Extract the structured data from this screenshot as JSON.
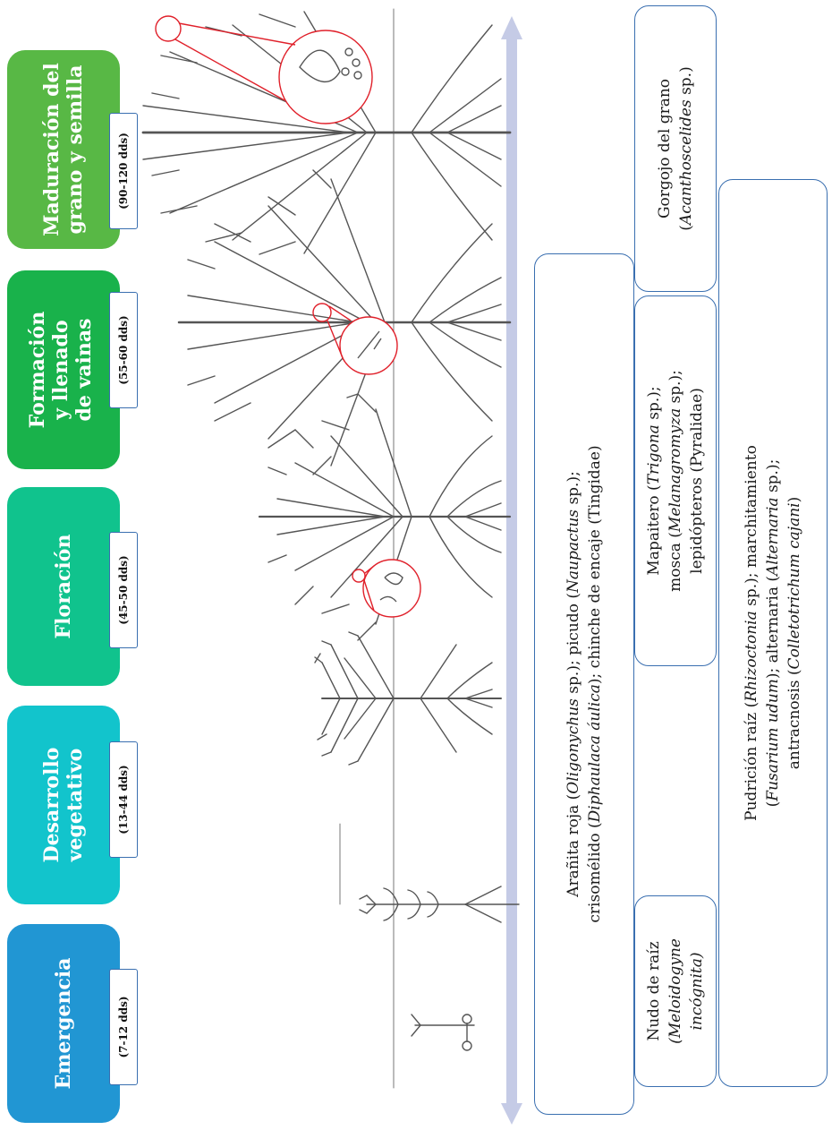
{
  "stages": [
    {
      "id": "emergencia",
      "name_lines": [
        "Emergencia"
      ],
      "days": "(7-12 dds)",
      "color": "#2196d3"
    },
    {
      "id": "desarrollo",
      "name_lines": [
        "Desarrollo",
        "vegetativo"
      ],
      "days": "(13-44 dds)",
      "color": "#12c4cc"
    },
    {
      "id": "floracion",
      "name_lines": [
        "Floración"
      ],
      "days": "(45-50 dds)",
      "color": "#10c38d"
    },
    {
      "id": "formacion",
      "name_lines": [
        "Formación",
        "y llenado",
        "de vainas"
      ],
      "days": "(55-60 dds)",
      "color": "#19b24b"
    },
    {
      "id": "maduracion",
      "name_lines": [
        "Maduración del",
        "grano y semilla"
      ],
      "days": "(90-120 dds)",
      "color": "#58b845"
    }
  ],
  "pests": {
    "foliar": {
      "line1": [
        "Arañita roja (",
        "Oligonychus",
        " sp.); picudo (",
        "Naupactus",
        " sp.);"
      ],
      "line2": [
        "crisomélido (",
        "Diphaulaca áulica",
        "); chinche de encaje (Tingidae)"
      ]
    },
    "root_knot": {
      "line1": "Nudo de raíz",
      "line2": "(Meloidogyne",
      "line3": "incógnita)"
    },
    "flower_pod": {
      "line1": [
        "Mapaitero (",
        "Trigona",
        " sp.);"
      ],
      "line2": [
        "mosca (",
        "Melanagromyza",
        " sp.);"
      ],
      "line3": "lepidópteros (Pyralidae)"
    },
    "weevil": {
      "line1": "Gorgojo del grano",
      "line2": [
        "(",
        "Acanthoscelides",
        " sp.)"
      ]
    },
    "diseases": {
      "line1": [
        "Pudrición raíz (",
        "Rhizoctonia",
        " sp.); marchitamiento"
      ],
      "line2": [
        "(",
        "Fusarium udum",
        "); alternaria (",
        "Alternaria",
        " sp.);"
      ],
      "line3": [
        "antracnosis (",
        "Colletotrichum cajani",
        ")"
      ]
    }
  },
  "colors": {
    "arrow": "#c5cbe6",
    "box_border": "#3a6fb0",
    "circle": "#e0202a",
    "plant": "#555555"
  }
}
